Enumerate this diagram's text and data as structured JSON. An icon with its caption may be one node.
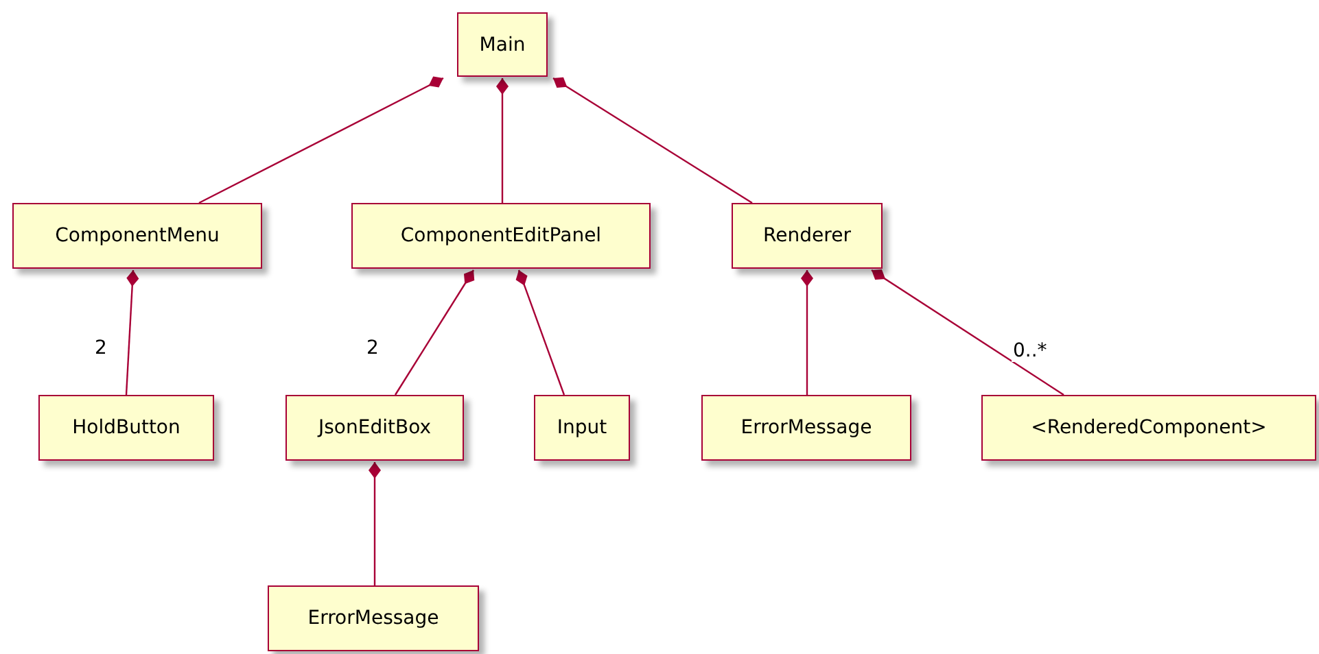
{
  "diagram": {
    "nodes": [
      {
        "text": [
          "Main"
        ]
      },
      {
        "text": [
          "ComponentMenu"
        ]
      },
      {
        "text": [
          "ComponentEditPanel"
        ]
      },
      {
        "text": [
          "Renderer"
        ]
      },
      {
        "text": [
          "HoldButton"
        ]
      },
      {
        "text": [
          "JsonEditBox"
        ]
      },
      {
        "text": [
          "Input"
        ]
      },
      {
        "text": [
          "ErrorMessage"
        ]
      },
      {
        "text": [
          "<RenderedComponent>"
        ]
      },
      {
        "text": [
          "ErrorMessage"
        ]
      }
    ],
    "edges": [
      {
        "from": 0,
        "to": 1,
        "arrow": "other"
      },
      {
        "from": 0,
        "to": 2,
        "arrow": "other"
      },
      {
        "from": 0,
        "to": 3,
        "arrow": "other"
      },
      {
        "from": 1,
        "to": 4,
        "arrow": "other",
        "label": "2"
      },
      {
        "from": 2,
        "to": 5,
        "arrow": "other",
        "label": "2"
      },
      {
        "from": 2,
        "to": 6,
        "arrow": "other"
      },
      {
        "from": 3,
        "to": 7,
        "arrow": "other"
      },
      {
        "from": 3,
        "to": 8,
        "arrow": "other",
        "label": "0..*"
      },
      {
        "from": 5,
        "to": 9,
        "arrow": "other"
      }
    ]
  }
}
